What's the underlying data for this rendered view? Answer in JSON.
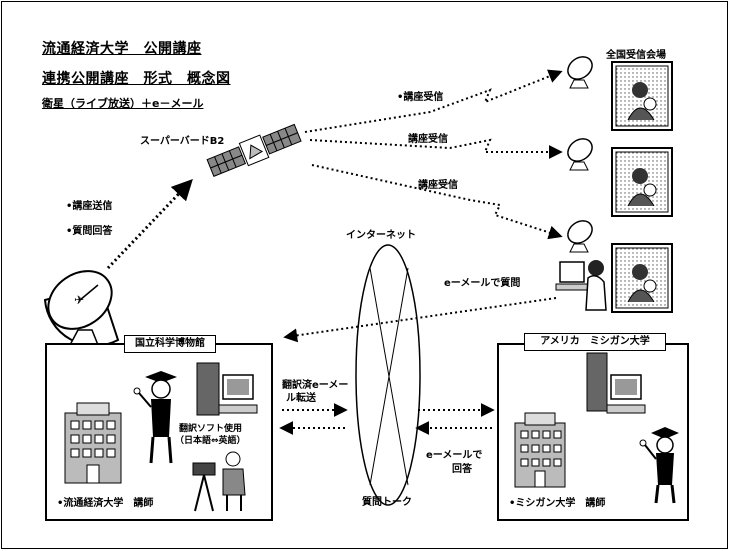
{
  "title_line1": "流通経済大学　公開講座",
  "title_line2": "連携公開講座　形式　概念図",
  "title_line3": "衛星（ライブ放送）＋e－メール",
  "venue_label": "全国受信会場",
  "satellite_label": "スーパーバードB2",
  "receive_labels": [
    "•講座受信",
    "講座受信",
    "講座受信"
  ],
  "send_labels": [
    "•講座送信",
    "•質問回答"
  ],
  "internet_label": "インターネット",
  "email_question": "eーメールで質問",
  "left_box": {
    "title": "国立科学博物館",
    "software_line1": "翻訳ソフト使用",
    "software_line2": "（日本語⇔英語）",
    "lecturer": "•流通経済大学　講師"
  },
  "right_box": {
    "title": "アメリカ　ミシガン大学",
    "lecturer": "•ミシガン大学　講師"
  },
  "translated_email_line1": "翻訳済eーメー",
  "translated_email_line2": "ル転送",
  "email_answer_line1": "eーメールで",
  "email_answer_line2": "回答",
  "question_talk": "質問トーク"
}
